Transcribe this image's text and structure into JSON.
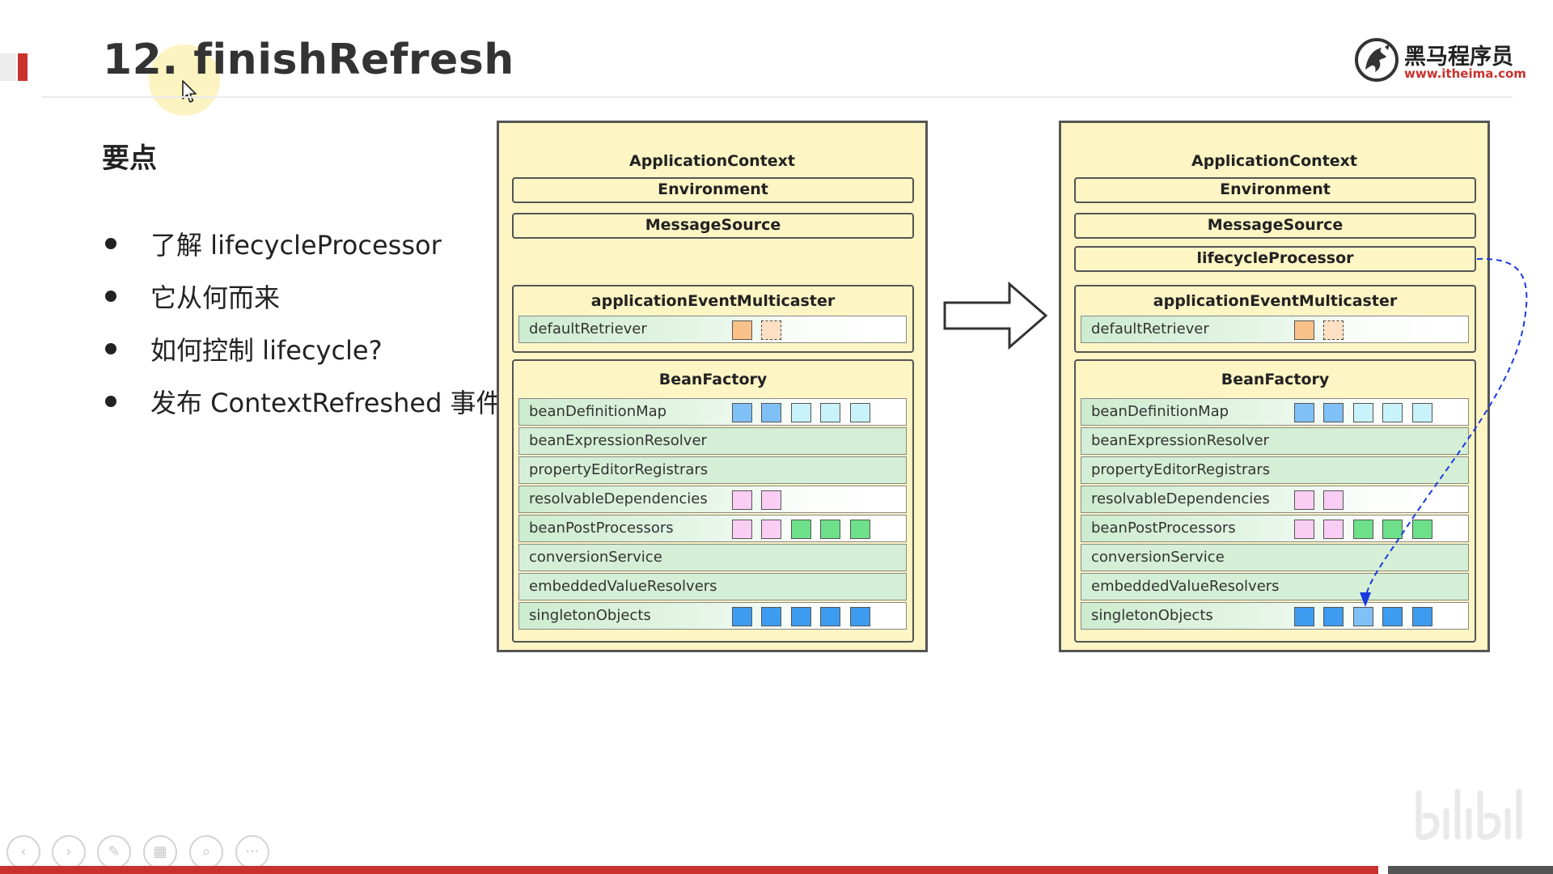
{
  "title": "12. finishRefresh",
  "logo": {
    "name": "黑马程序员",
    "url": "www.itheima.com"
  },
  "section_heading": "要点",
  "bullets": [
    "了解 lifecycleProcessor",
    "它从何而来",
    "如何控制 lifecycle?",
    "发布 ContextRefreshed 事件"
  ],
  "diagram_before": {
    "context_label": "ApplicationContext",
    "environment": "Environment",
    "message_source": "MessageSource",
    "multicaster": {
      "label": "applicationEventMulticaster",
      "row": "defaultRetriever"
    },
    "bean_factory": {
      "label": "BeanFactory",
      "rows": [
        "beanDefinitionMap",
        "beanExpressionResolver",
        "propertyEditorRegistrars",
        "resolvableDependencies",
        "beanPostProcessors",
        "conversionService",
        "embeddedValueResolvers",
        "singletonObjects"
      ]
    }
  },
  "diagram_after": {
    "context_label": "ApplicationContext",
    "environment": "Environment",
    "message_source": "MessageSource",
    "lifecycle_processor": "lifecycleProcessor",
    "multicaster": {
      "label": "applicationEventMulticaster",
      "row": "defaultRetriever"
    },
    "bean_factory": {
      "label": "BeanFactory",
      "rows": [
        "beanDefinitionMap",
        "beanExpressionResolver",
        "propertyEditorRegistrars",
        "resolvableDependencies",
        "beanPostProcessors",
        "conversionService",
        "embeddedValueResolvers",
        "singletonObjects"
      ]
    }
  },
  "colors": {
    "accent": "#c8312c",
    "panel": "#fdf5c4",
    "row_green": "#d5efd6",
    "swatch_blue": "#3d9bf0",
    "swatch_light_blue": "#7fc0f7",
    "swatch_cyan": "#c9f3fb",
    "swatch_pink": "#f9cdf4",
    "swatch_green": "#6ee08a",
    "swatch_orange": "#f9c189",
    "link_arrow": "#1a3adf"
  },
  "swatch_sets": {
    "defaultRetriever": [
      "orange",
      "orange-dashed"
    ],
    "beanDefinitionMap": [
      "light_blue",
      "light_blue",
      "cyan",
      "cyan",
      "cyan"
    ],
    "resolvableDependencies": [
      "pink",
      "pink"
    ],
    "beanPostProcessors": [
      "pink",
      "pink",
      "green",
      "green",
      "green"
    ],
    "singletonObjects_before": [
      "blue",
      "blue",
      "blue",
      "blue",
      "blue"
    ],
    "singletonObjects_after": [
      "blue",
      "blue",
      "light_blue",
      "blue",
      "blue"
    ]
  },
  "icons": [
    "cursor-icon",
    "logo-horse-icon",
    "right-arrow-icon",
    "prev-icon",
    "next-icon",
    "pen-icon",
    "slides-icon",
    "zoom-icon",
    "more-icon",
    "bilibili-watermark"
  ]
}
